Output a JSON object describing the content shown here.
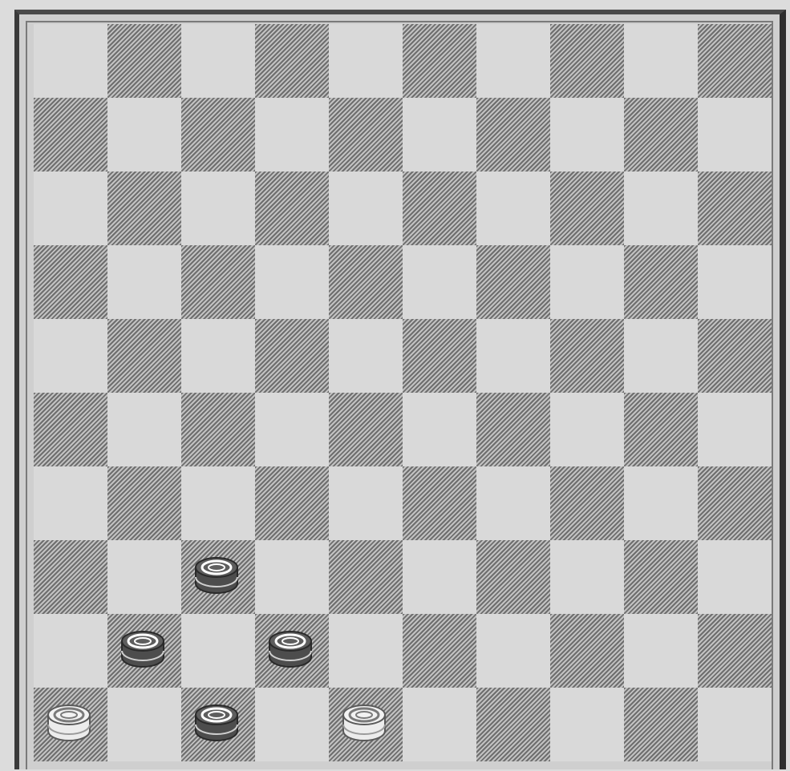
{
  "game": {
    "type": "draughts",
    "board_size": 10,
    "top_left_square": "light",
    "colors": {
      "light_square": "#d9d9d9",
      "dark_square": "#6e6e6e",
      "dark_piece": "#4d4d4d",
      "light_piece": "#ececec",
      "frame": "#3a3a3a"
    },
    "pieces": [
      {
        "row": 8,
        "col": 3,
        "side": "dark",
        "icon": "dark-checker-piece-icon"
      },
      {
        "row": 9,
        "col": 2,
        "side": "dark",
        "icon": "dark-checker-piece-icon"
      },
      {
        "row": 9,
        "col": 4,
        "side": "dark",
        "icon": "dark-checker-piece-icon"
      },
      {
        "row": 10,
        "col": 1,
        "side": "light",
        "icon": "light-checker-piece-icon"
      },
      {
        "row": 10,
        "col": 3,
        "side": "dark",
        "icon": "dark-checker-piece-icon"
      },
      {
        "row": 10,
        "col": 5,
        "side": "light",
        "icon": "light-checker-piece-icon"
      }
    ]
  }
}
